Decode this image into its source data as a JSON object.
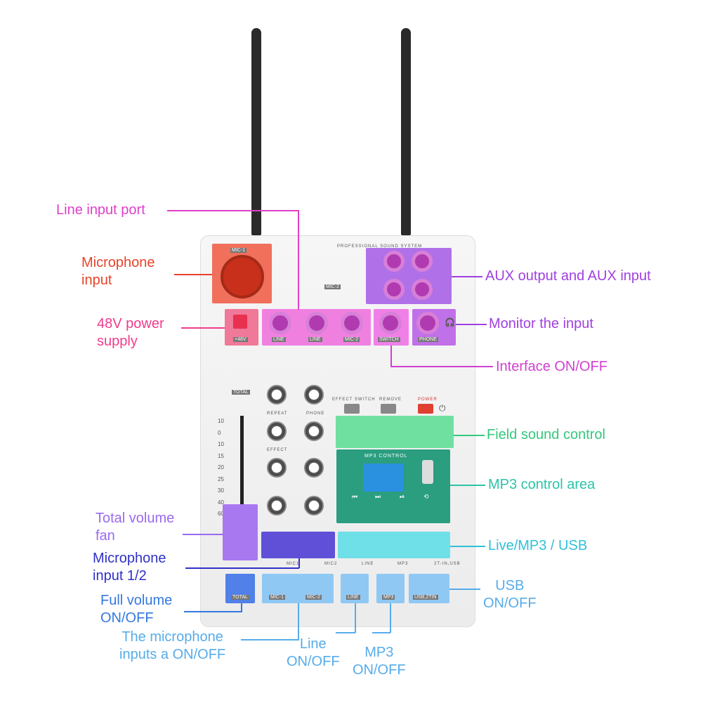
{
  "device": {
    "brand_text": "PROFESSIONAL SOUND SYSTEM",
    "panel_labels": {
      "mic1": "MIC-1",
      "mic2": "MIC-2",
      "p48v": "+48V",
      "line1": "LINE",
      "line2": "LINE",
      "mic2_jack": "MIC-2",
      "switch": "SWITCH",
      "phone": "PHONE",
      "total": "TOTAL",
      "repeat": "REPEAT",
      "phone_knob": "PHONE",
      "effect": "EFFECT",
      "effect_switch": "EFFECT SWITCH",
      "remove": "REMOVE",
      "power": "POWER",
      "mp3_control": "MP3 CONTROL",
      "mic1_ch": "MIC1",
      "mic2_ch": "MIC2",
      "line_ch": "LINE",
      "mp3_ch": "MP3",
      "usb_ch": "2T-IN,USB",
      "btn_total": "TOTAL",
      "btn_mic1": "MIC-1",
      "btn_mic2": "MIC-2",
      "btn_line": "LINE",
      "btn_mp3": "MP3",
      "btn_usb": "USB,2TIN"
    },
    "fader_scale": [
      "10",
      "0",
      "10",
      "15",
      "20",
      "25",
      "30",
      "40",
      "60"
    ]
  },
  "callouts": {
    "line_input_port": "Line input port",
    "microphone_input": [
      "Microphone",
      "input"
    ],
    "power_48v": [
      "48V power",
      "supply"
    ],
    "aux": "AUX output and AUX input",
    "monitor": "Monitor the input",
    "interface": "Interface ON/OFF",
    "field_sound": "Field sound control",
    "mp3_area": "MP3 control area",
    "live_mp3_usb": "Live/MP3 / USB",
    "total_volume": [
      "Total volume",
      "fan"
    ],
    "mic_input_12": [
      "Microphone",
      "input 1/2"
    ],
    "full_volume": [
      "Full volume",
      "ON/OFF"
    ],
    "usb_onoff": [
      "USB",
      "ON/OFF"
    ],
    "mic_inputs_onoff": [
      "The microphone",
      "inputs a ON/OFF"
    ],
    "line_onoff": [
      "Line",
      "ON/OFF"
    ],
    "mp3_onoff": [
      "MP3",
      "ON/OFF"
    ]
  },
  "colors": {
    "red": "#e8432a",
    "pink": "#f03c8c",
    "magenta": "#e040c8",
    "purple": "#a040e0",
    "green": "#34c87c",
    "teal": "#2cc4a8",
    "cyan": "#30c0d8",
    "violet": "#9a6af0",
    "blue": "#3030c8",
    "mid_blue": "#3478e0",
    "light_blue": "#56acea"
  }
}
